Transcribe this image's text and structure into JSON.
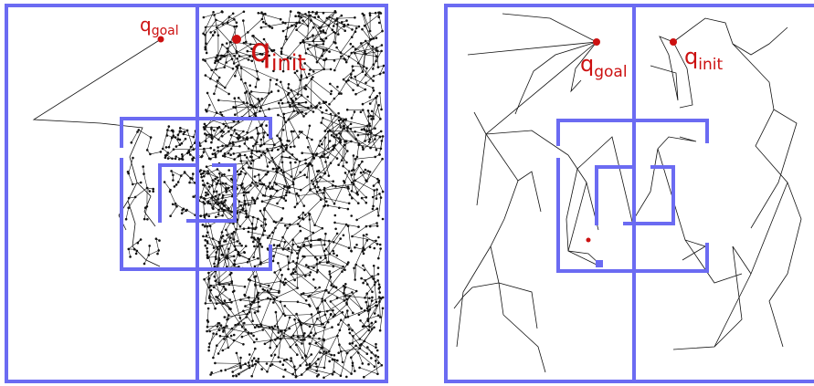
{
  "panels": [
    {
      "id": "left",
      "labels": {
        "goal": {
          "main": "q",
          "sub": "goal"
        },
        "init": {
          "main": "q",
          "sub": "init"
        }
      }
    },
    {
      "id": "right",
      "labels": {
        "goal": {
          "main": "q",
          "sub": "goal"
        },
        "init": {
          "main": "q",
          "sub": "init"
        }
      }
    }
  ],
  "colors": {
    "wall": "#6b6bf2",
    "point": "#cc1111",
    "tree": "#111111"
  }
}
